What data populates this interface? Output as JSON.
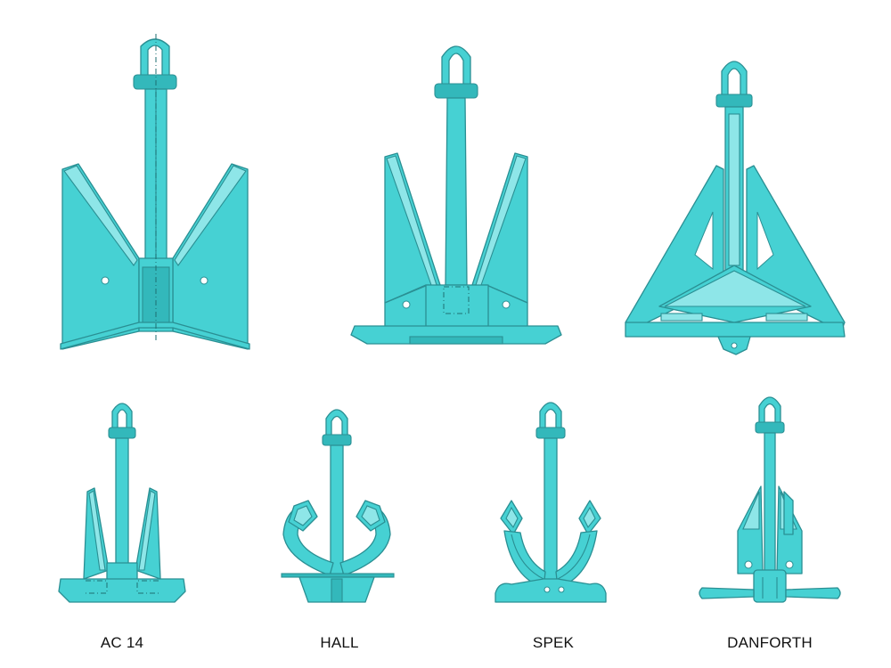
{
  "labels": {
    "ac14": "AC 14",
    "hall": "HALL",
    "spek": "SPEK",
    "danforth": "DANFORTH"
  },
  "colors": {
    "anchor_fill": "#46D1D3",
    "outline": "#2a8f93",
    "background": "#ffffff"
  }
}
